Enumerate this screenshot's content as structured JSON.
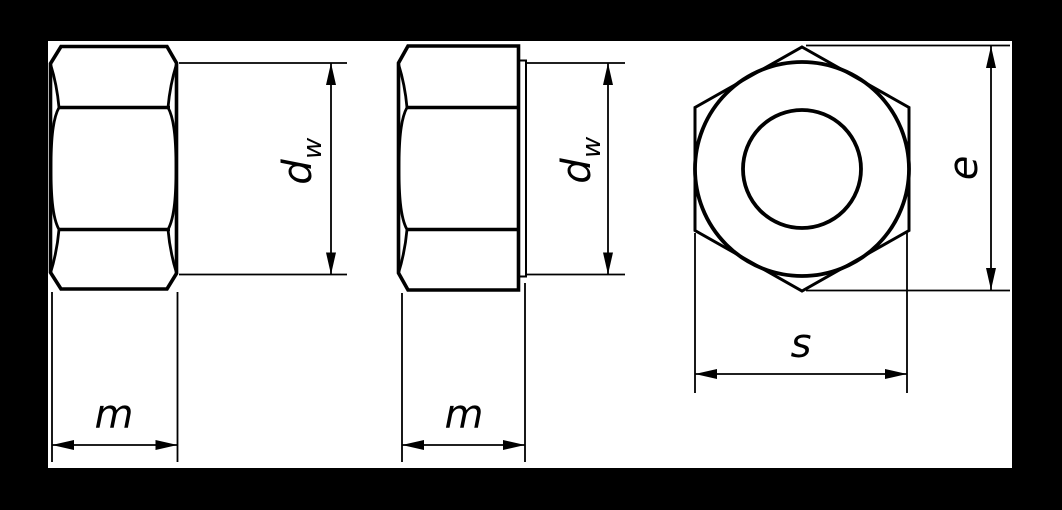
{
  "drawing": {
    "type": "engineering-drawing",
    "subject": "Hexagon nut - three orthographic views (two side views and one axial view)",
    "background_color": "#000000",
    "paper_color": "#ffffff",
    "line_color": "#000000",
    "views": {
      "left_view": {
        "name": "side view, double-chamfered nut",
        "dims": {
          "thickness_label": "m",
          "bearing_diameter_label": "d",
          "bearing_diameter_subscript": "w"
        }
      },
      "middle_view": {
        "name": "side view, washer-faced nut",
        "dims": {
          "thickness_label": "m",
          "bearing_diameter_label": "d",
          "bearing_diameter_subscript": "w"
        }
      },
      "top_view": {
        "name": "axial view of hexagon",
        "dims": {
          "across_flats_label": "s",
          "across_corners_label": "e"
        }
      }
    }
  }
}
